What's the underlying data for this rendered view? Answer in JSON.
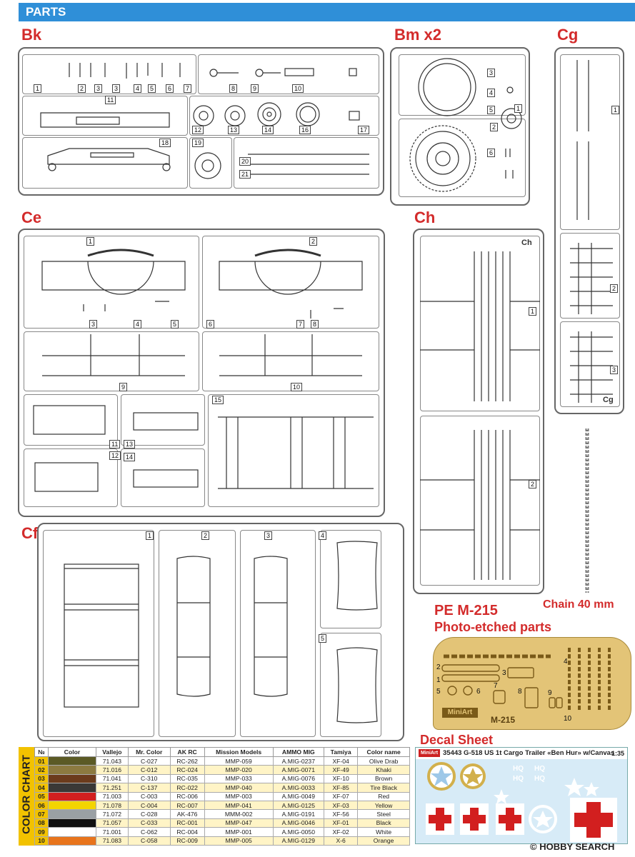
{
  "banner": {
    "title": "PARTS"
  },
  "sprues": {
    "bk": "Bk",
    "bm": "Bm x2",
    "cg": "Cg",
    "ce": "Ce",
    "ch": "Ch",
    "cf": "Cf"
  },
  "sprue_tags": {
    "bk": "Bk",
    "bm": "Bm",
    "cg": "Cg",
    "ce": "Ce",
    "ch": "Ch",
    "cf": "Cf"
  },
  "bk_nums": [
    "1",
    "2",
    "3",
    "3",
    "4",
    "5",
    "6",
    "7",
    "8",
    "9",
    "10",
    "11",
    "12",
    "13",
    "14",
    "16",
    "17",
    "18",
    "19",
    "20",
    "21"
  ],
  "bm_nums": [
    "3",
    "4",
    "5",
    "1",
    "2",
    "6"
  ],
  "cg_nums": [
    "1",
    "2",
    "3"
  ],
  "ce_nums": [
    "1",
    "2",
    "3",
    "4",
    "5",
    "6",
    "7",
    "8",
    "9",
    "10",
    "11",
    "12",
    "13",
    "14",
    "15"
  ],
  "ch_nums": [
    "1",
    "2"
  ],
  "cf_nums": [
    "1",
    "2",
    "3",
    "4",
    "5"
  ],
  "chain_label": "Chain  40 mm",
  "pe": {
    "title": "PE M-215",
    "subtitle": "Photo-etched parts",
    "brand": "MiniArt",
    "code": "M-215",
    "nums": [
      "1",
      "2",
      "3",
      "4",
      "5",
      "6",
      "7",
      "8",
      "9",
      "10"
    ]
  },
  "decal": {
    "title": "Decal Sheet",
    "header": "35443 G-518 US 1t Cargo Trailer «Ben Hur» w/Canvas",
    "scale": "1:35",
    "brand": "MiniArt",
    "texts": [
      "HQ",
      "HQ",
      "HQ",
      "HQ"
    ]
  },
  "color_chart": {
    "side_label": "COLOR CHART",
    "headers": [
      "№",
      "Color",
      "Vallejo",
      "Mr. Color",
      "AK RC",
      "Mission Models",
      "AMMO MIG",
      "Tamiya",
      "Color name"
    ],
    "rows": [
      {
        "no": "01",
        "swatch": "#5b5a25",
        "vallejo": "71.043",
        "mr": "C-027",
        "ak": "RC-262",
        "mission": "MMP-059",
        "ammo": "A.MIG-0237",
        "tamiya": "XF-04",
        "name": "Olive Drab"
      },
      {
        "no": "02",
        "swatch": "#8c7a40",
        "vallejo": "71.016",
        "mr": "C-012",
        "ak": "RC-024",
        "mission": "MMP-020",
        "ammo": "A.MIG-0071",
        "tamiya": "XF-49",
        "name": "Khaki"
      },
      {
        "no": "03",
        "swatch": "#6b3b1c",
        "vallejo": "71.041",
        "mr": "C-310",
        "ak": "RC-035",
        "mission": "MMP-033",
        "ammo": "A.MIG-0076",
        "tamiya": "XF-10",
        "name": "Brown"
      },
      {
        "no": "04",
        "swatch": "#3a3836",
        "vallejo": "71.251",
        "mr": "C-137",
        "ak": "RC-022",
        "mission": "MMP-040",
        "ammo": "A.MIG-0033",
        "tamiya": "XF-85",
        "name": "Tire Black"
      },
      {
        "no": "05",
        "swatch": "#d21f1f",
        "vallejo": "71.003",
        "mr": "C-003",
        "ak": "RC-006",
        "mission": "MMP-003",
        "ammo": "A.MIG-0049",
        "tamiya": "XF-07",
        "name": "Red"
      },
      {
        "no": "06",
        "swatch": "#f3d400",
        "vallejo": "71.078",
        "mr": "C-004",
        "ak": "RC-007",
        "mission": "MMP-041",
        "ammo": "A.MIG-0125",
        "tamiya": "XF-03",
        "name": "Yellow"
      },
      {
        "no": "07",
        "swatch": "#9aa0a4",
        "vallejo": "71.072",
        "mr": "C-028",
        "ak": "AK-476",
        "mission": "MMM-002",
        "ammo": "A.MIG-0191",
        "tamiya": "XF-56",
        "name": "Steel"
      },
      {
        "no": "08",
        "swatch": "#111111",
        "vallejo": "71.057",
        "mr": "C-033",
        "ak": "RC-001",
        "mission": "MMP-047",
        "ammo": "A.MIG-0046",
        "tamiya": "XF-01",
        "name": "Black"
      },
      {
        "no": "09",
        "swatch": "#ffffff",
        "vallejo": "71.001",
        "mr": "C-062",
        "ak": "RC-004",
        "mission": "MMP-001",
        "ammo": "A.MIG-0050",
        "tamiya": "XF-02",
        "name": "White"
      },
      {
        "no": "10",
        "swatch": "#e8741c",
        "vallejo": "71.083",
        "mr": "C-058",
        "ak": "RC-009",
        "mission": "MMP-005",
        "ammo": "A.MIG-0129",
        "tamiya": "X-6",
        "name": "Orange"
      }
    ]
  },
  "watermark": "© HOBBY SEARCH"
}
